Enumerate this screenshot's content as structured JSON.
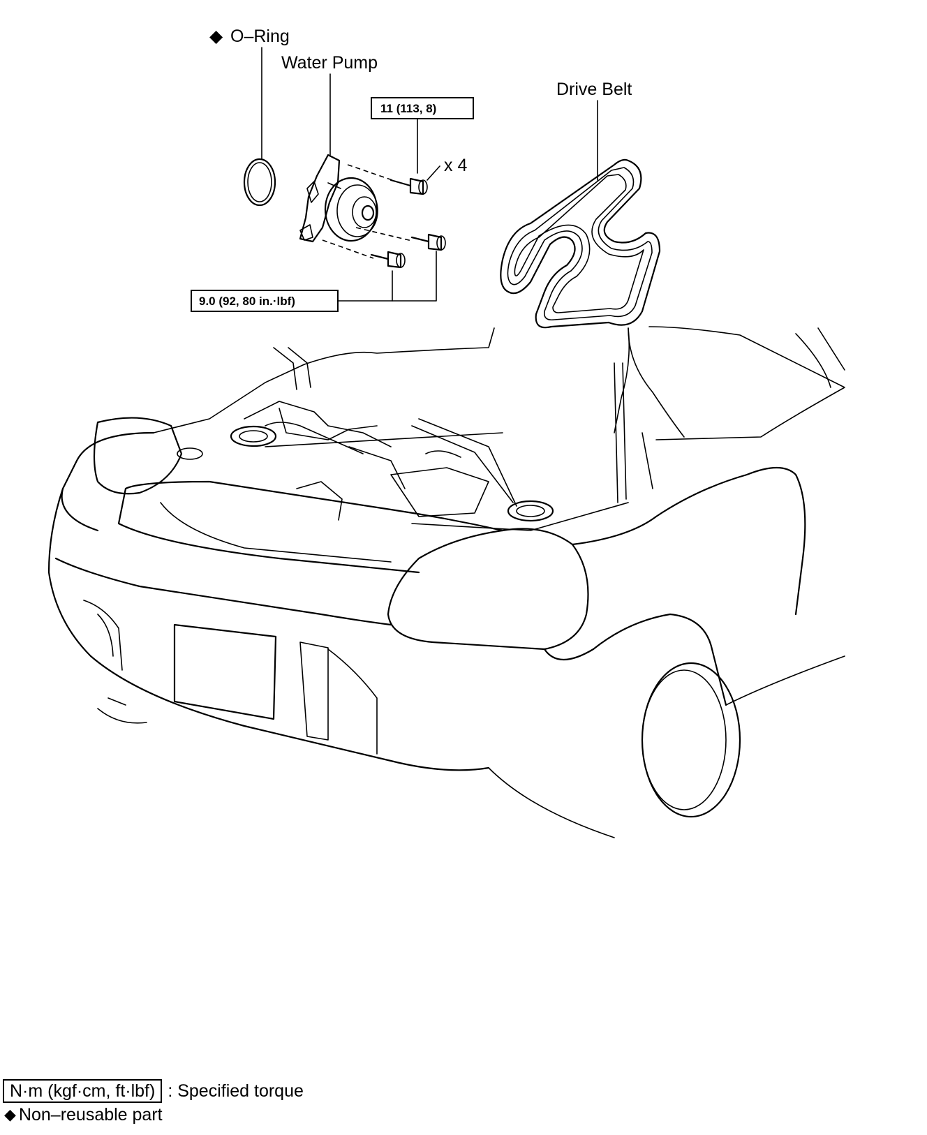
{
  "labels": {
    "o_ring": "O–Ring",
    "water_pump": "Water Pump",
    "drive_belt": "Drive Belt",
    "torque_upper": "11 (113, 8)",
    "torque_lower": "9.0 (92, 80 in.·lbf)",
    "count": "x 4"
  },
  "legend": {
    "torque_units": "N·m (kgf·cm, ft·lbf)",
    "torque_desc": ": Specified torque",
    "non_reusable": "Non–reusable part"
  },
  "symbols": {
    "non_reusable_marker": "◆"
  }
}
